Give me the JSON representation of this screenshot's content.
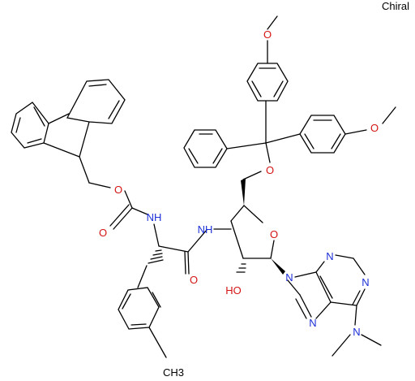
{
  "chiral_label": "Chiral",
  "atom_labels": {
    "o_methoxy_top": "O",
    "o_methoxy_right": "O",
    "o_trityl_ether": "O",
    "o_carbamate_ester": "O",
    "o_carbamate_carbonyl": "O",
    "n_carbamate": "NH",
    "o_amide_carbonyl": "O",
    "n_amide": "NH",
    "o_ring": "O",
    "oh_2prime": "HO",
    "n9": "N",
    "n7": "N",
    "n3": "N",
    "n1": "N",
    "n_dimethylamino": "N",
    "ch3_tolyl": "CH3"
  },
  "colors": {
    "bond": "#000000",
    "nitrogen": "#1c2fd6",
    "oxygen": "#d41414",
    "carbon": "#000000"
  }
}
